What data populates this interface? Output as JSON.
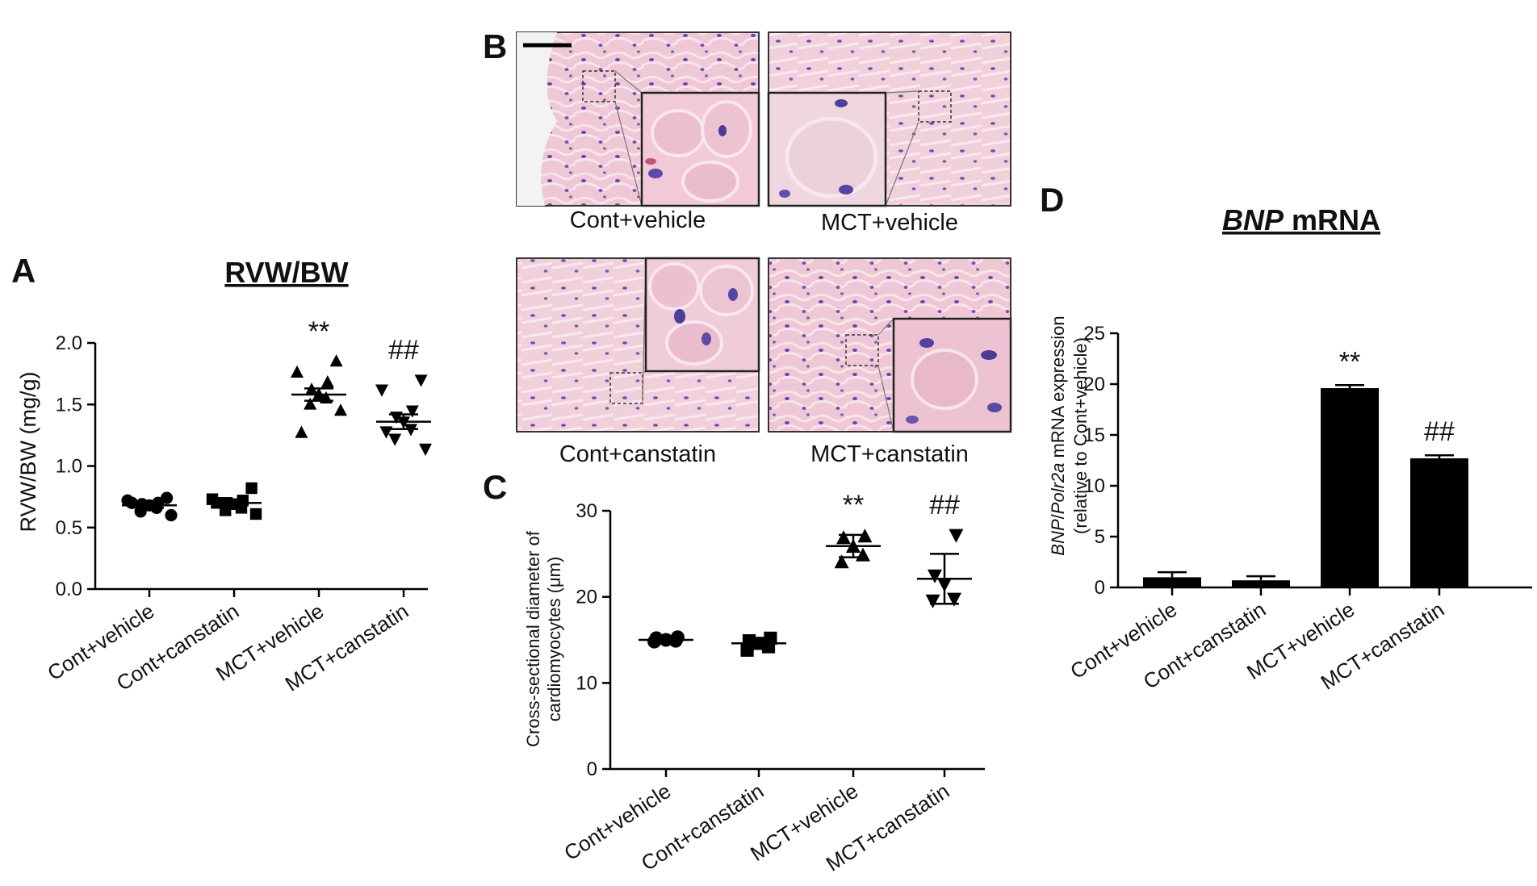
{
  "panels": {
    "A": {
      "label": "A",
      "title": "RVW/BW",
      "ylabel": "RVW/BW (mg/g)"
    },
    "B": {
      "label": "B",
      "captions": [
        "Cont+vehicle",
        "MCT+vehicle",
        "Cont+canstatin",
        "MCT+canstatin"
      ]
    },
    "C": {
      "label": "C",
      "ylabel_lines": [
        "Cross-sectional diameter of",
        "cardiomyocytes (μm)"
      ]
    },
    "D": {
      "label": "D",
      "title_italic": "BNP",
      "title_rest": " mRNA",
      "ylabel_line1_italic_a": "BNP",
      "ylabel_line1_sep": "/",
      "ylabel_line1_italic_b": "Polr2a",
      "ylabel_line1_rest": " mRNA expression",
      "ylabel_line2": "(relative to Cont+vehicle)"
    }
  },
  "chart_data": [
    {
      "panel": "A",
      "type": "scatter",
      "title": "RVW/BW",
      "xlabel": "",
      "ylabel": "RVW/BW (mg/g)",
      "ylim": [
        0.0,
        2.0
      ],
      "yticks": [
        "0.0",
        "0.5",
        "1.0",
        "1.5",
        "2.0"
      ],
      "categories": [
        "Cont+vehicle",
        "Cont+canstatin",
        "MCT+vehicle",
        "MCT+canstatin"
      ],
      "markers": [
        "circle",
        "square",
        "triangle-up",
        "triangle-down"
      ],
      "points": [
        [
          0.74,
          0.72,
          0.7,
          0.69,
          0.68,
          0.66,
          0.63,
          0.6,
          0.7
        ],
        [
          0.82,
          0.73,
          0.72,
          0.7,
          0.69,
          0.66,
          0.64,
          0.61,
          0.7
        ],
        [
          1.85,
          1.76,
          1.68,
          1.62,
          1.58,
          1.55,
          1.5,
          1.45,
          1.27
        ],
        [
          1.7,
          1.62,
          1.45,
          1.4,
          1.36,
          1.3,
          1.22,
          1.14,
          1.28
        ]
      ],
      "mean": [
        0.68,
        0.7,
        1.58,
        1.36
      ],
      "sem": [
        0.02,
        0.02,
        0.05,
        0.06
      ],
      "annotations": [
        "",
        "",
        "**",
        "##"
      ],
      "grid": false
    },
    {
      "panel": "C",
      "type": "scatter",
      "xlabel": "",
      "ylabel": "Cross-sectional diameter of cardiomyocytes (μm)",
      "ylim": [
        0,
        30
      ],
      "yticks": [
        "0",
        "10",
        "20",
        "30"
      ],
      "categories": [
        "Cont+vehicle",
        "Cont+canstatin",
        "MCT+vehicle",
        "MCT+canstatin"
      ],
      "markers": [
        "circle",
        "square",
        "triangle-up",
        "triangle-down"
      ],
      "points": [
        [
          15.3,
          15.2,
          15.0,
          14.9,
          14.8
        ],
        [
          15.2,
          14.9,
          14.6,
          14.2,
          13.8
        ],
        [
          27.0,
          26.8,
          25.8,
          24.8,
          24.0
        ],
        [
          27.2,
          22.5,
          21.5,
          19.8,
          19.6
        ]
      ],
      "mean": [
        15.0,
        14.6,
        25.9,
        22.1
      ],
      "sd": [
        0.3,
        0.6,
        1.3,
        2.9
      ],
      "annotations": [
        "",
        "",
        "**",
        "##"
      ],
      "grid": false
    },
    {
      "panel": "D",
      "type": "bar",
      "title": "BNP mRNA",
      "xlabel": "",
      "ylabel": "BNP/Polr2a mRNA expression (relative to Cont+vehicle)",
      "ylim": [
        0,
        25
      ],
      "yticks": [
        "0",
        "5",
        "10",
        "15",
        "20",
        "25"
      ],
      "categories": [
        "Cont+vehicle",
        "Cont+canstatin",
        "MCT+vehicle",
        "MCT+canstatin"
      ],
      "values": [
        1.0,
        0.7,
        19.6,
        12.7
      ],
      "errors": [
        0.5,
        0.4,
        0.3,
        0.3
      ],
      "annotations": [
        "",
        "",
        "**",
        "##"
      ],
      "bar_color": "#000000",
      "grid": false
    }
  ],
  "colors": {
    "ink": "#000000",
    "tissue_pink": "#efc9d6",
    "tissue_light": "#f7e1e8",
    "nucleus": "#5a4aa0",
    "lumen": "#f4f4f4"
  }
}
